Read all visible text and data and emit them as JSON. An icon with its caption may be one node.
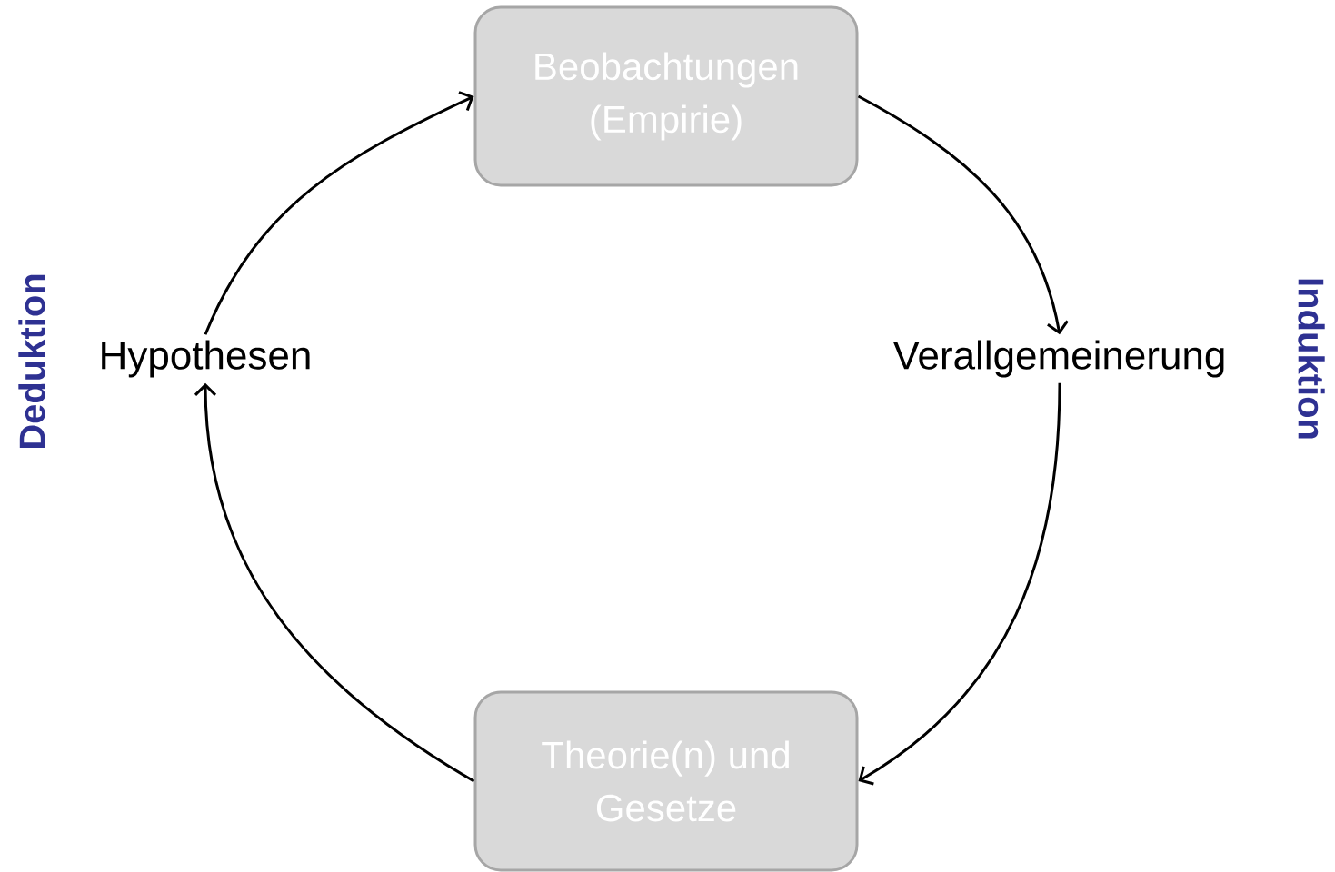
{
  "diagram": {
    "nodes": [
      {
        "text": [
          "Beobachtungen (Empirie)"
        ]
      },
      {
        "text": [
          "Verallgemeinerung"
        ]
      },
      {
        "text": [
          "Theorie(n) und Gesetze"
        ]
      },
      {
        "text": [
          "Hypothesen"
        ]
      }
    ],
    "edges": [
      {
        "from": 0,
        "to": 1,
        "arrow": "to"
      },
      {
        "from": 1,
        "to": 2,
        "arrow": "to"
      },
      {
        "from": 2,
        "to": 3,
        "arrow": "to"
      },
      {
        "from": 3,
        "to": 0,
        "arrow": "to"
      }
    ],
    "labels": [
      "Deduktion",
      "Induktion"
    ]
  }
}
